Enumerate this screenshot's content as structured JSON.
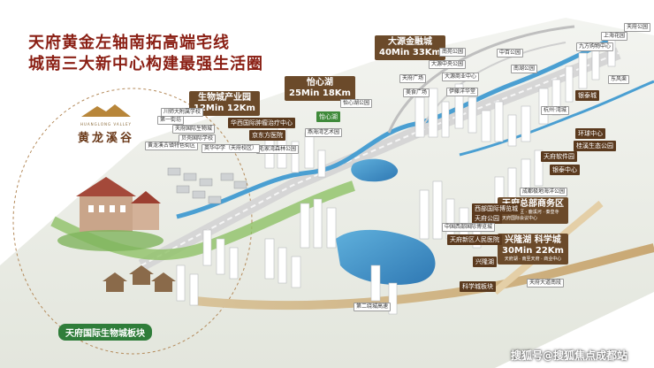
{
  "headline": {
    "line1": "天府黄金左轴南拓高端宅线",
    "line2": "城南三大新中心构建最强生活圈"
  },
  "brand": {
    "name": "黄龙溪谷",
    "english": "HUANGLONG VALLEY"
  },
  "centers": {
    "dayuan": {
      "name": "大源金融城",
      "travel": "40Min 33Km"
    },
    "bio": {
      "name": "生物城产业园",
      "travel": "12Min 12Km"
    },
    "yixin": {
      "name": "怡心湖",
      "travel": "25Min 18Km"
    },
    "xinglong": {
      "name": "兴隆湖 科学城",
      "travel": "30Min 22Km",
      "sub": "天府湖 · 南至天府 · 商业中心"
    },
    "tianfu_cbd": {
      "name": "天府总部商务区",
      "sub1": "沿海自贸区 · 鹿溪河 · 秦皇寺",
      "sub2": "天府国际会议中心"
    }
  },
  "labels": {
    "bio_board": "天府国际生物城板块",
    "huaxi": "华西国际肿瘤治疗中心",
    "jingdong": "京东方医院",
    "yixin_pill": "怡心湖",
    "yixin_park": "怡心湖公园",
    "maoxian": "毛家湾森林公园",
    "yandong": "燕海湾艺术园",
    "school1": "川师大附属学校",
    "school2": "天府国际生物城",
    "yilu": "第一街坊",
    "huanglong_town": "黄龙溪古镇特色街区",
    "beike": "贝壳国际学校",
    "yinghua": "英华中学（天府校区）",
    "dayuan_park": "南苑公园",
    "zhongbai": "中百公园",
    "dayuan_bj": "大源中央公园",
    "xiaoxin": "大源商业中心",
    "yijia": "伊藤洋华堂",
    "nanhu": "南湖公园",
    "tianfu_sq": "天府广场",
    "shangye": "美食广场",
    "jiaoxing": "九方购物中心",
    "shanghai": "上海花园",
    "tianfu_park": "天府公园",
    "yinpu": "银泰城",
    "huanbo": "环球中心",
    "guihu": "桂溪生态公园",
    "tf_software": "天府软件园",
    "yinpu2": "银泰中心",
    "chengdu_sea": "成都极地海洋公园",
    "tf_park2": "天府公园",
    "xilv": "西部国际博览城",
    "renmin": "天府新区人民医院",
    "tf_qiao": "中国西部国际博览城",
    "xinglong_lake": "兴隆湖",
    "kexue": "科学城板块",
    "second_ring": "第二绕城高速",
    "tianfu_exp": "天府大道南段",
    "hangzhou": "杭州·湾城",
    "dongfeng": "东风渠"
  },
  "watermark": "搜狐号@搜狐焦点成都站",
  "colors": {
    "river": "#4a9fd2",
    "road": "#e6e6e6",
    "brown": "#6b4a2a",
    "green": "#3a7d36",
    "title": "#8a1f14"
  }
}
